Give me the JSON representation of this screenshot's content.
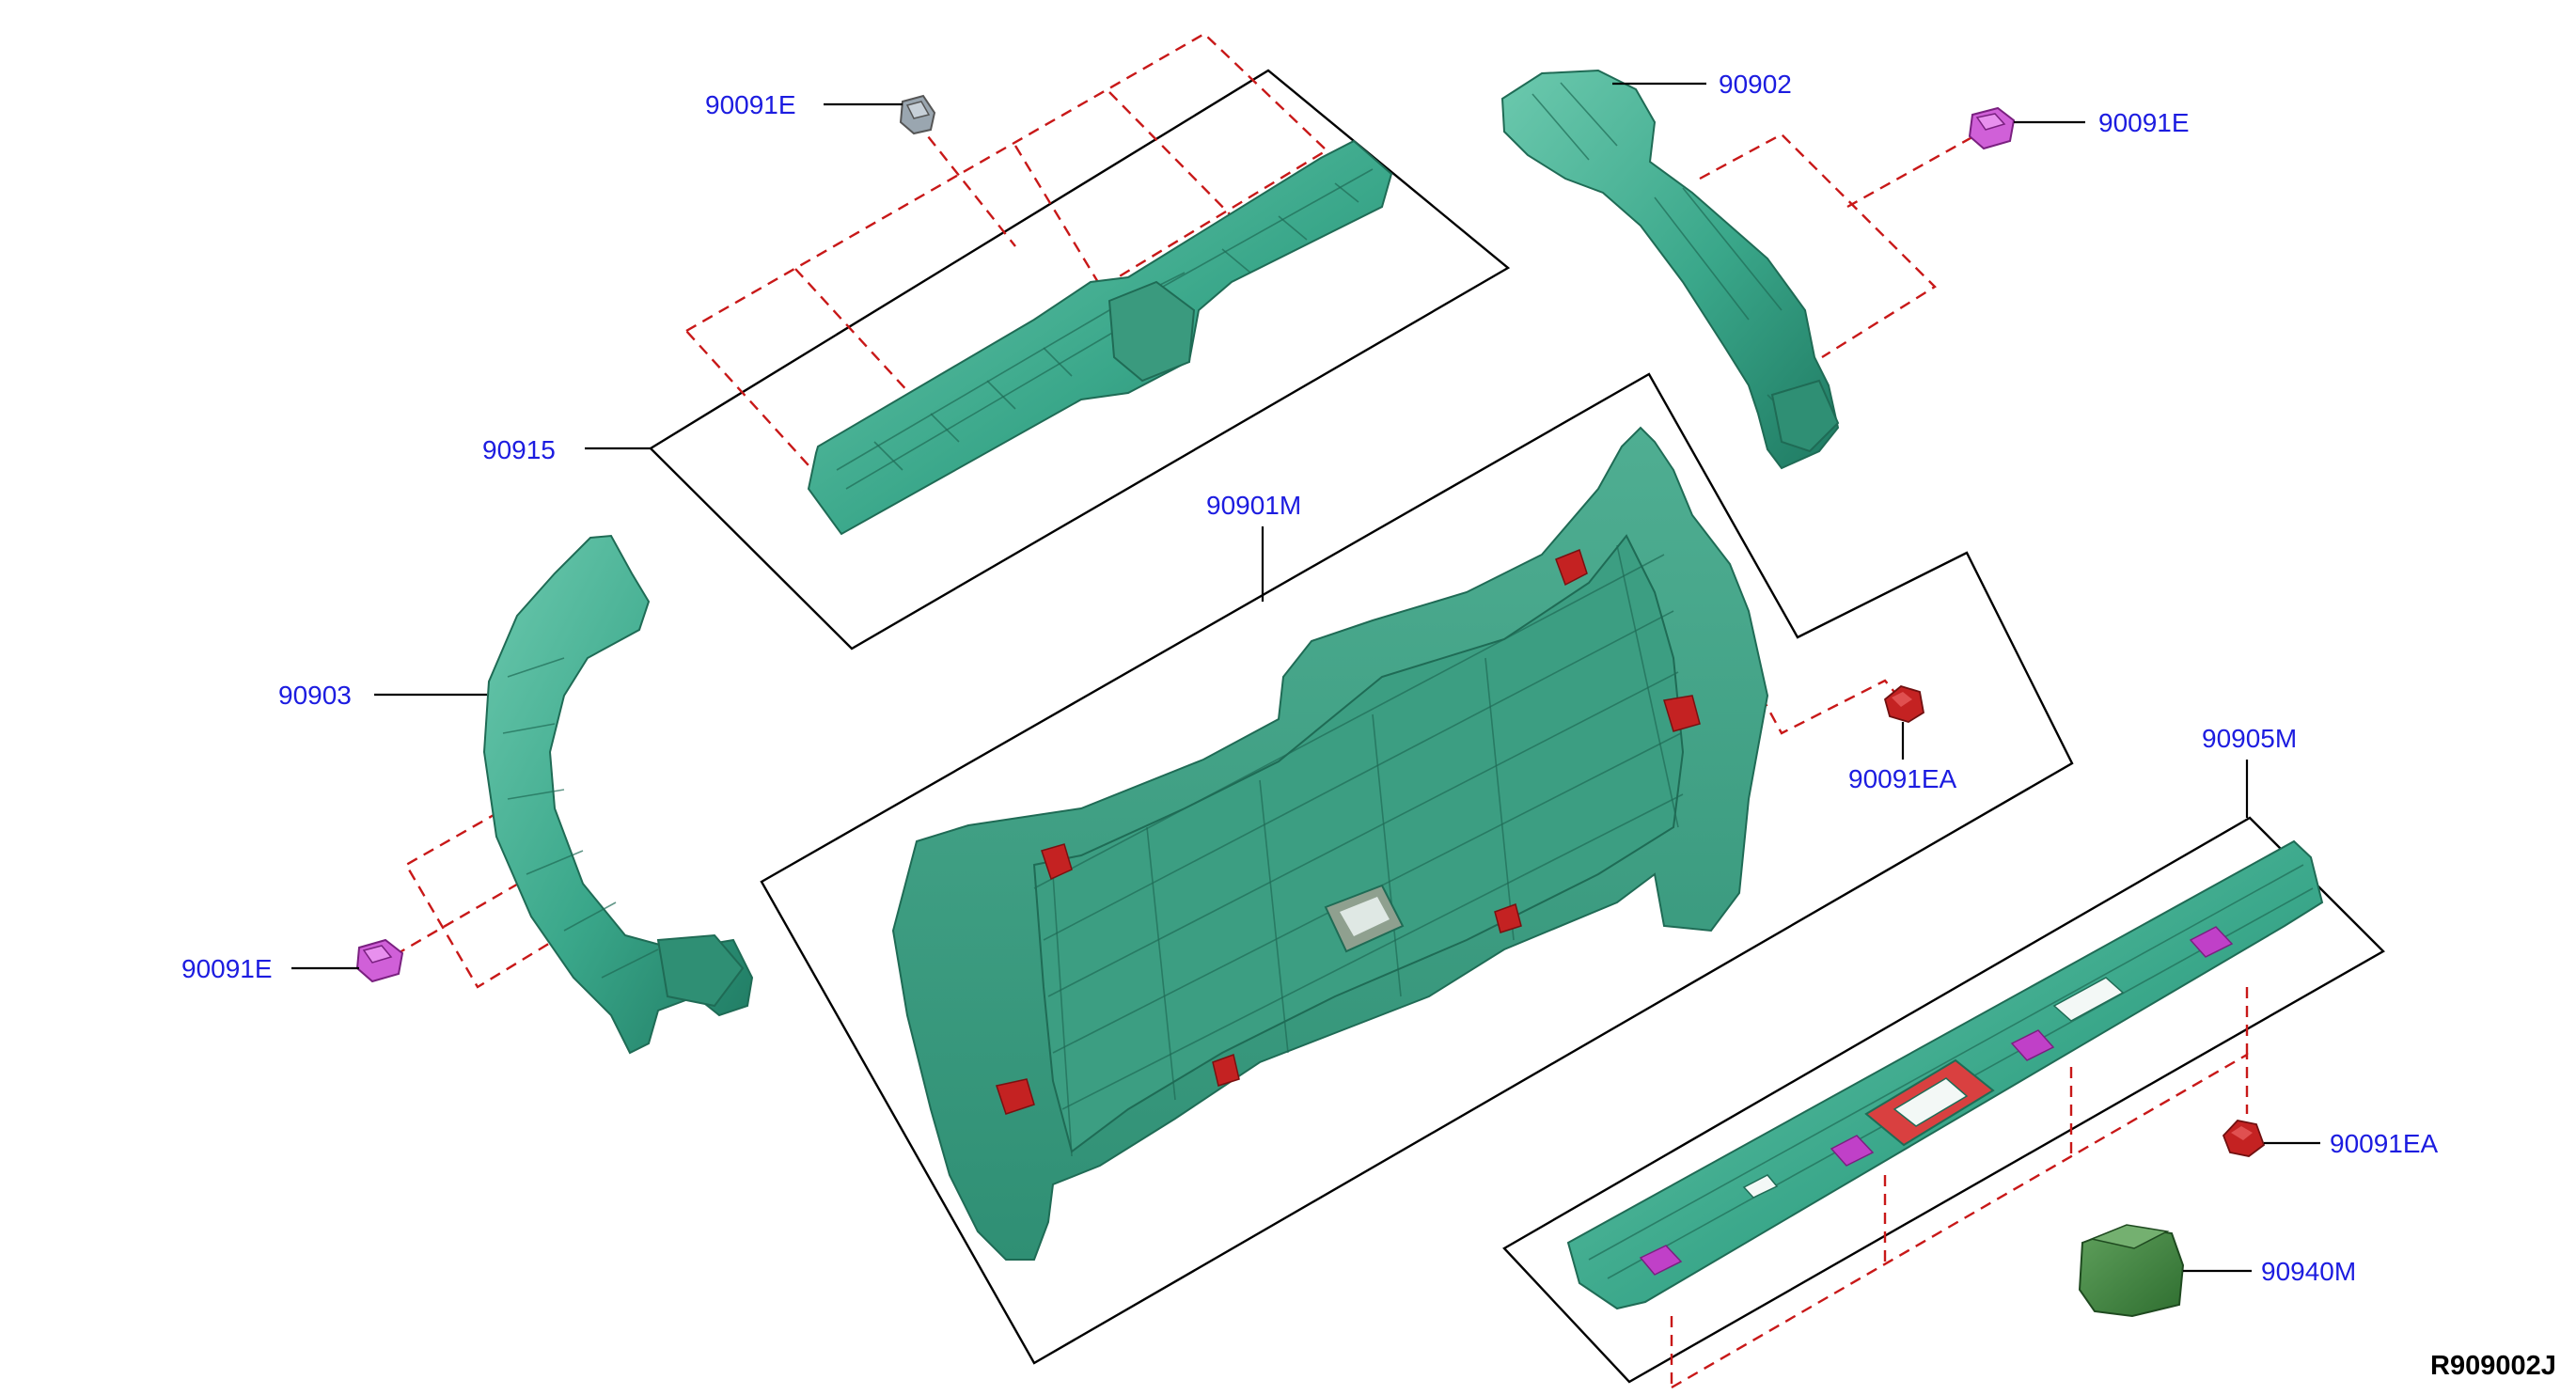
{
  "diagram": {
    "drawing_code": "R909002J",
    "colors": {
      "label": "#1c1ce0",
      "part": "#3aa78a",
      "part_dark": "#1f6b55",
      "clip_red": "#c42222",
      "clip_magenta": "#c040c8",
      "dash": "#c81818"
    },
    "callouts": {
      "clip_top": "90091E",
      "upper_finisher": "90915",
      "right_pillar": "90902",
      "clip_right": "90091E",
      "left_pillar": "90903",
      "clip_left": "90091E",
      "main_panel": "90901M",
      "clip_ea_mid": "90091EA",
      "lower_finisher": "90905M",
      "clip_ea_low": "90091EA",
      "cover": "90940M"
    }
  }
}
